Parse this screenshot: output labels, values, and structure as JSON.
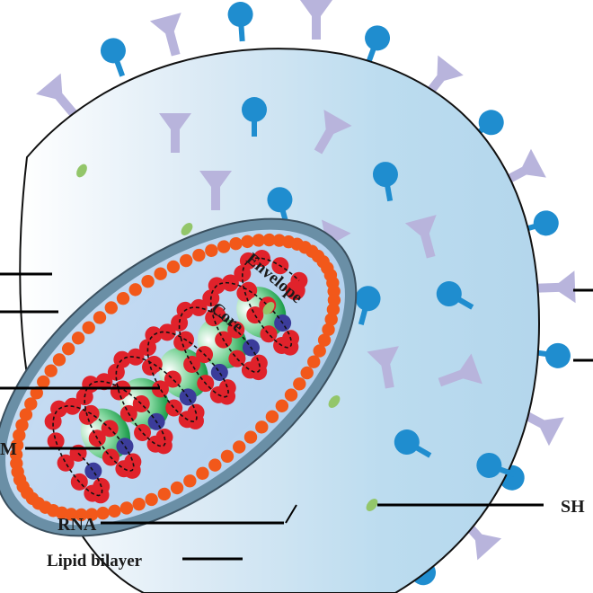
{
  "labels": {
    "envelope": "Envelope",
    "core": "Core",
    "rna": "RNA",
    "lipid_bilayer": "Lipid bilayer",
    "m": "M",
    "sh": "SH"
  },
  "colors": {
    "envelope_light": "#ffffff",
    "envelope_blue": "#b8d9ee",
    "core_fill": "#b9d6f1",
    "bilayer_rim": "#6a8fa6",
    "orange_bead": "#f2581a",
    "rna_red": "#e0222b",
    "np_blue": "#3b3c9a",
    "green": "#1aa84c",
    "blue_spike": "#1f8dcf",
    "lilac_spike": "#b8b4dc",
    "sh_green": "#93c66a"
  },
  "icons": {
    "blue_spike": "blue-glycoprotein-spike-icon",
    "lilac_spike": "lilac-y-spike-icon",
    "sh_protein": "sh-protein-icon"
  }
}
